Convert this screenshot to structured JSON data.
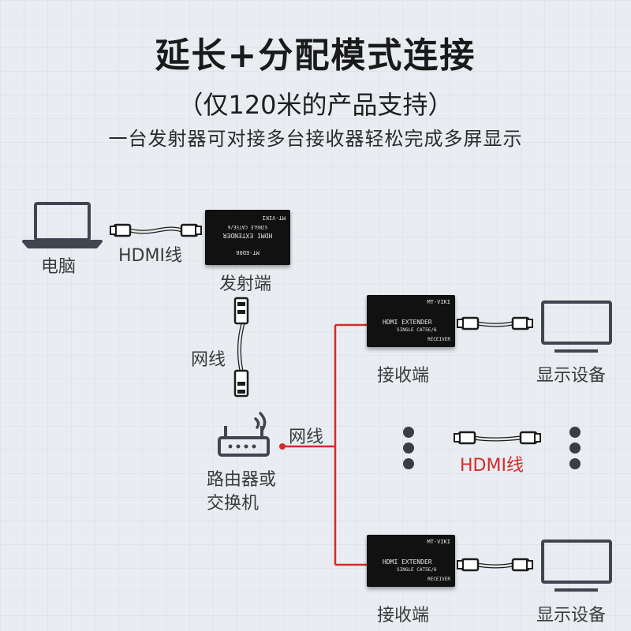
{
  "header": {
    "title": "延长+分配模式连接",
    "subtitle": "（仅120米的产品支持）",
    "description": "一台发射器可对接多台接收器轻松完成多屏显示"
  },
  "devices": {
    "computer": "电脑",
    "transmitter": "发射端",
    "receiver_top": "接收端",
    "receiver_bottom": "接收端",
    "display_top": "显示设备",
    "display_bottom": "显示设备",
    "router_line1": "路由器或",
    "router_line2": "交换机"
  },
  "cables": {
    "hdmi_top": "HDMI线",
    "hdmi_middle": "HDMI线",
    "network_vertical": "网线",
    "network_horizontal": "网线"
  },
  "device_text": {
    "transmitter_brand": "MT-VIKI",
    "transmitter_lines": [
      "HDMI EXTENDER",
      "SINGLE CAT5E/6",
      "MT-ED06"
    ],
    "receiver_brand": "MT-VIKI",
    "receiver_lines": [
      "HDMI EXTENDER",
      "SINGLE CAT5E/6",
      "RECEIVER"
    ]
  },
  "colors": {
    "network_line": "#d42a2a",
    "cable": "#e8e8e8",
    "cable_outline": "#1c1c1c",
    "device_body": "#111111",
    "monitor_outline": "#404550"
  },
  "icons": [
    "laptop-icon",
    "hdmi-cable-icon",
    "ethernet-cable-icon",
    "router-icon",
    "wifi-signal-icon",
    "monitor-icon"
  ]
}
